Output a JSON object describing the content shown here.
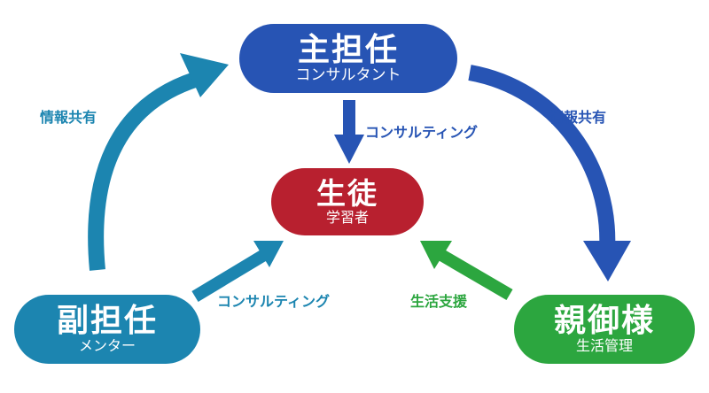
{
  "nodes": {
    "main": {
      "title": "主担任",
      "subtitle": "コンサルタント",
      "color": "#2754b4"
    },
    "student": {
      "title": "生徒",
      "subtitle": "学習者",
      "color": "#b8202f"
    },
    "sub": {
      "title": "副担任",
      "subtitle": "メンター",
      "color": "#1c85b0"
    },
    "parent": {
      "title": "親御様",
      "subtitle": "生活管理",
      "color": "#2ca63f"
    }
  },
  "edges": {
    "info_share_left": "情報共有",
    "info_share_right": "情報共有",
    "consulting_main": "コンサルティング",
    "consulting_sub": "コンサルティング",
    "life_support": "生活支援"
  }
}
